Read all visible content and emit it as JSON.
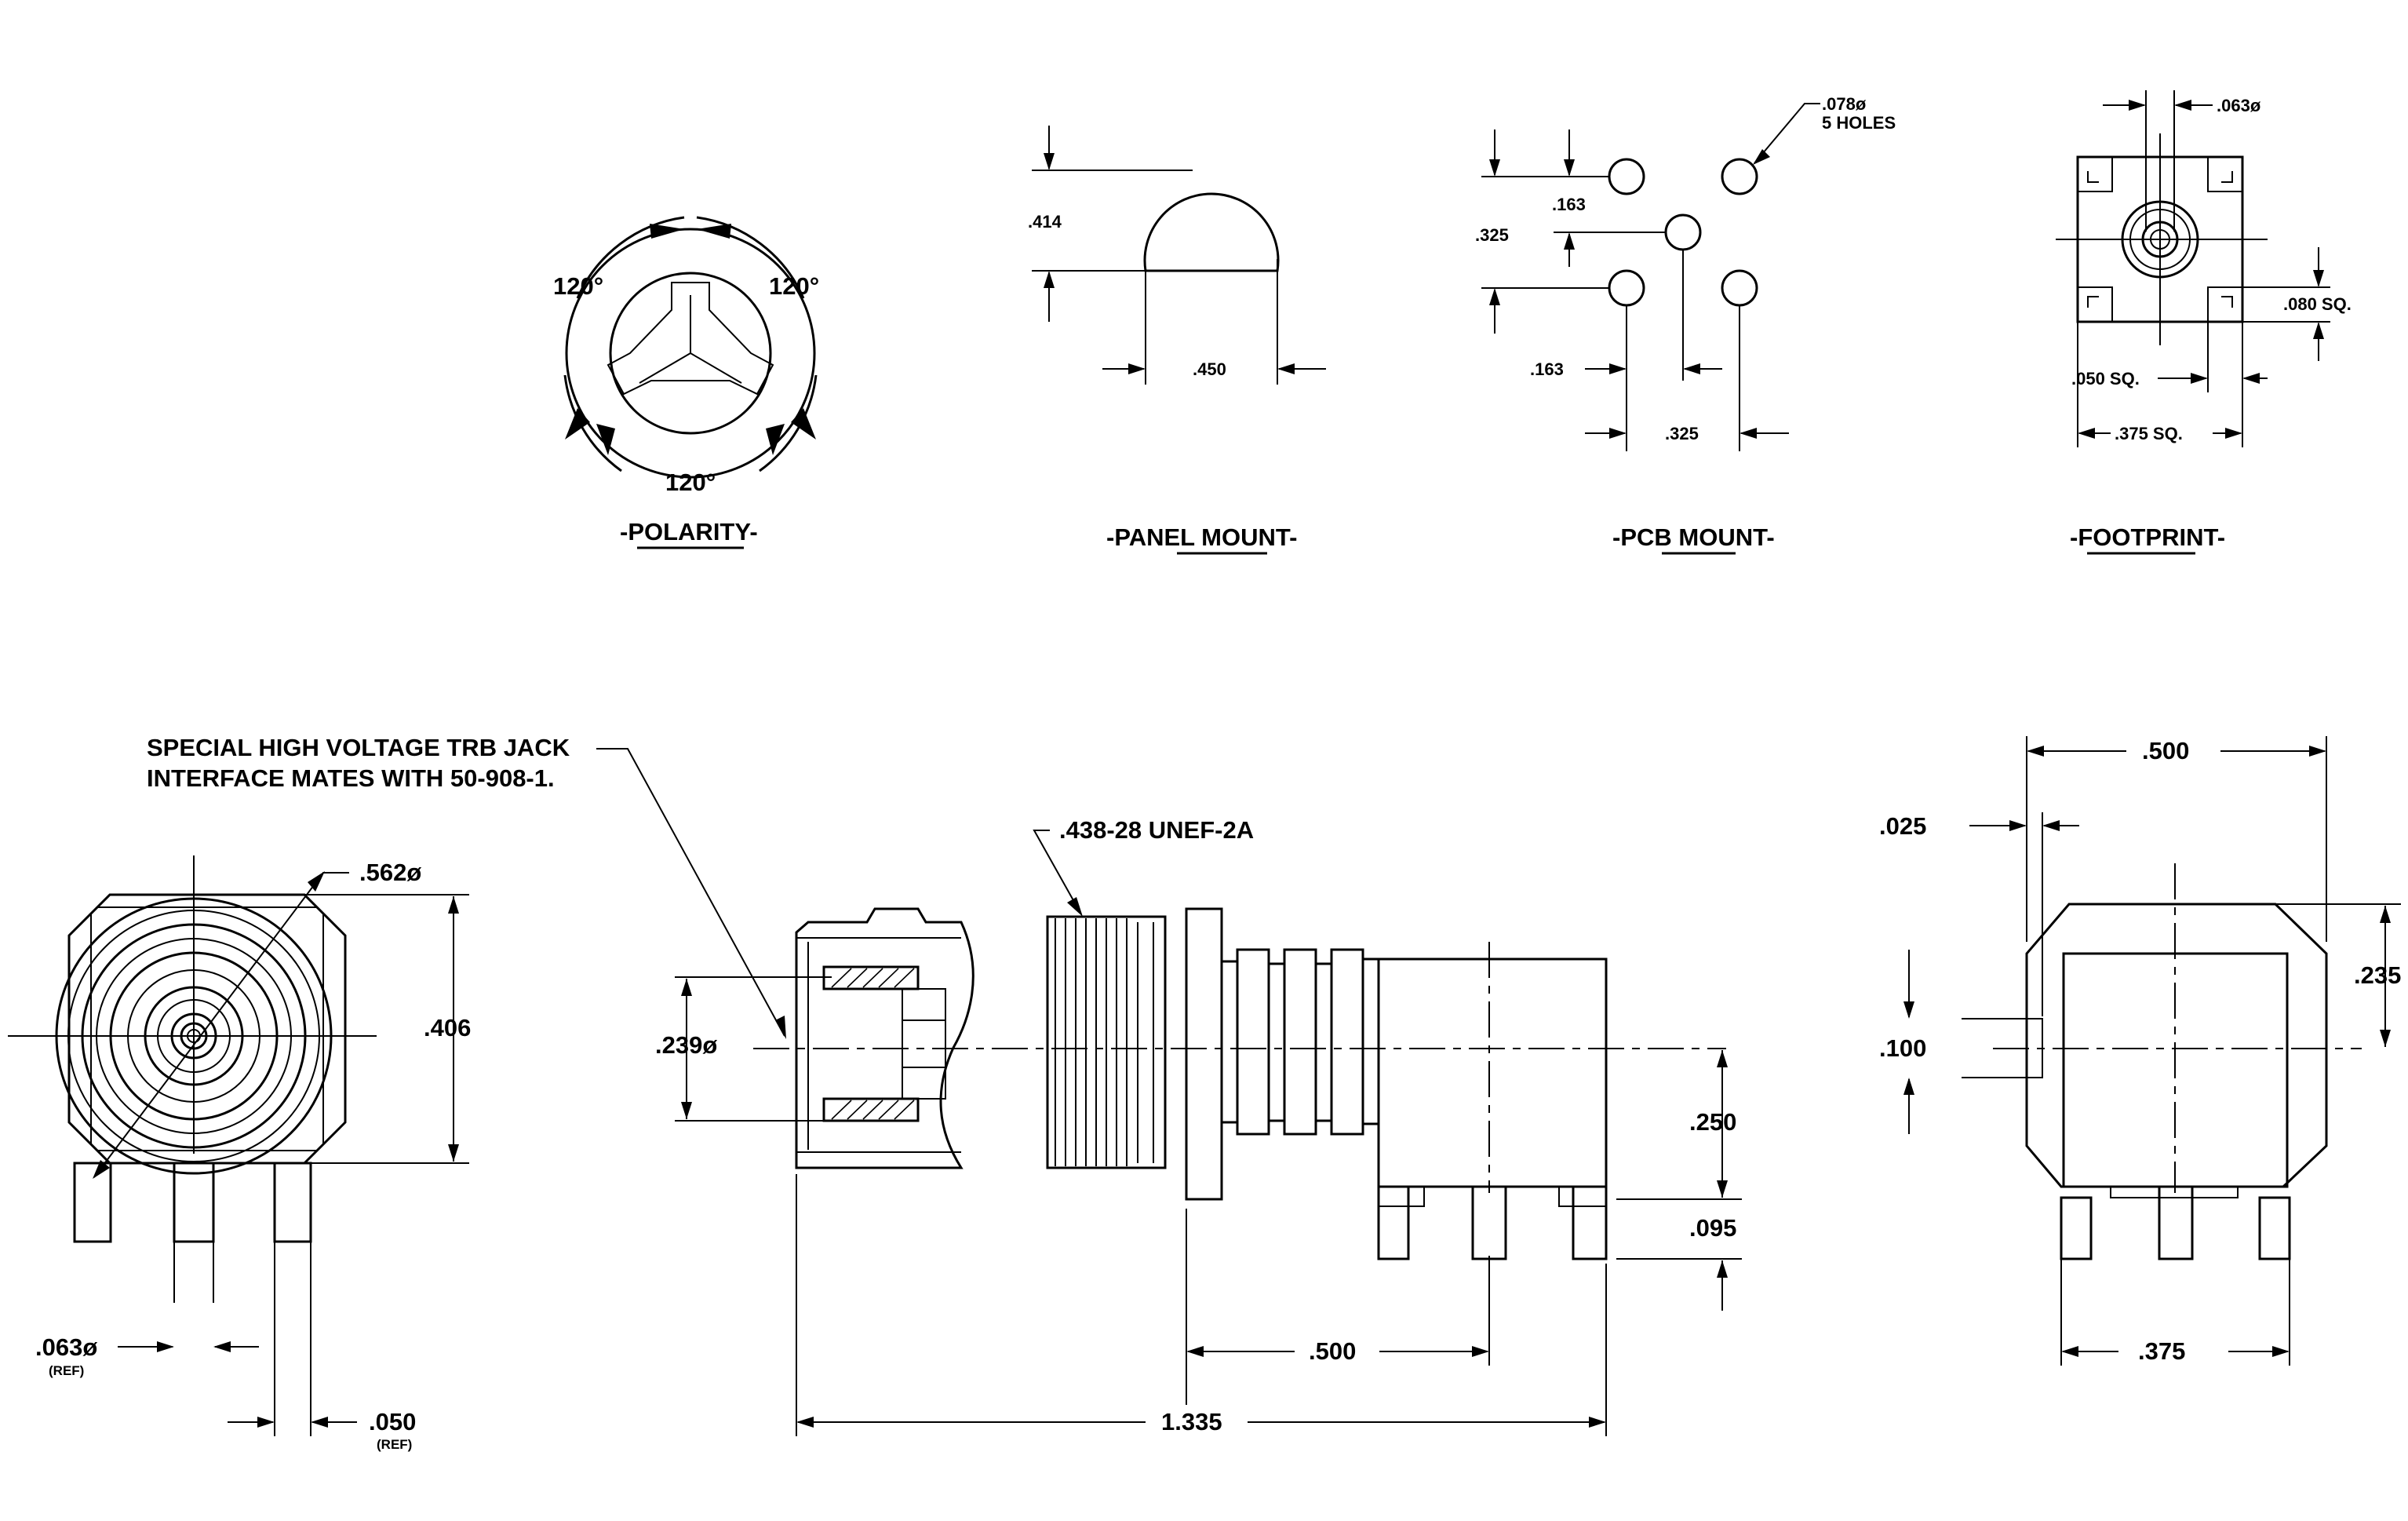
{
  "views": {
    "polarity": {
      "label": "-POLARITY-",
      "angle_1": "120°",
      "angle_2": "120°",
      "angle_3": "120°"
    },
    "panel_mount": {
      "label": "-PANEL MOUNT-",
      "height": ".414",
      "width": ".450"
    },
    "pcb_mount": {
      "label": "-PCB MOUNT-",
      "hole_dia": ".078ø",
      "hole_count": "5 HOLES",
      "offset_top": ".163",
      "pitch_v": ".325",
      "offset_left": ".163",
      "pitch_h": ".325"
    },
    "footprint": {
      "label": "-FOOTPRINT-",
      "pin_dia": ".063ø",
      "pad_sq": ".080 SQ.",
      "inner_sq": ".050 SQ.",
      "outer_sq": ".375 SQ."
    }
  },
  "front_view": {
    "body_dia": ".562ø",
    "height": ".406",
    "pin_dia": ".063ø",
    "pin_dia_ref": "(REF)",
    "pin_gap": ".050",
    "pin_gap_ref": "(REF)"
  },
  "side_view": {
    "note_line1": "SPECIAL HIGH VOLTAGE TRB JACK",
    "note_line2": "INTERFACE MATES WITH 50-908-1.",
    "thread": ".438-28 UNEF-2A",
    "bore_dia": ".239ø",
    "height_to_center": ".250",
    "standoff": ".095",
    "flange_to_pin": ".500",
    "overall_length": "1.335"
  },
  "rear_view": {
    "width": ".500",
    "tab_offset": ".025",
    "top_height": ".235",
    "tab_height": ".100",
    "pin_span": ".375"
  }
}
